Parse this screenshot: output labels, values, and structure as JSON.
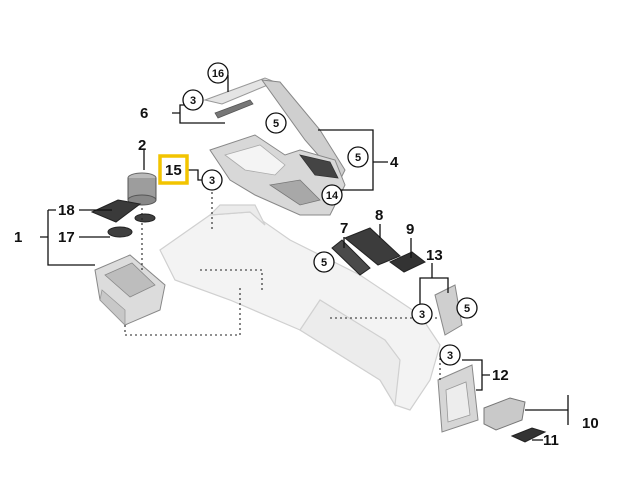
{
  "callouts": {
    "c1": "1",
    "c2": "2",
    "c3": "3",
    "c4": "4",
    "c5": "5",
    "c6": "6",
    "c7": "7",
    "c8": "8",
    "c9": "9",
    "c10": "10",
    "c11": "11",
    "c12": "12",
    "c13": "13",
    "c14": "14",
    "c15": "15",
    "c16": "16",
    "c17": "17",
    "c18": "18"
  },
  "highlight": {
    "label": "15",
    "color": "#f2c400"
  },
  "colors": {
    "part_light": "#e6e6e6",
    "part_mid": "#b9b9b9",
    "part_dark": "#3c3c3c",
    "console_ghost": "#f1f1f1"
  }
}
